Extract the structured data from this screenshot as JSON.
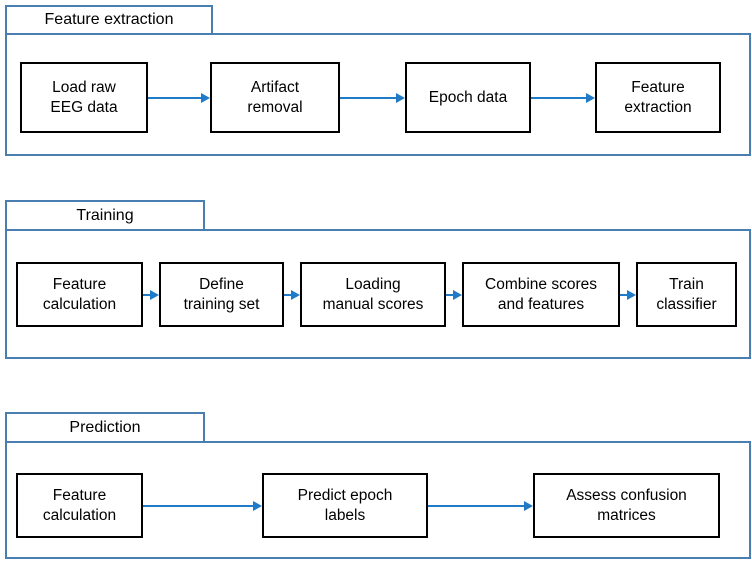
{
  "diagram": {
    "title": "EEG sleep-scoring pipeline flowchart",
    "accent_border_color": "#4A7EB0",
    "arrow_color": "#1F7AC8",
    "node_border_color": "#000000",
    "background_color": "#FFFFFF"
  },
  "sections": [
    {
      "id": "feature-extraction",
      "tab_label": "Feature extraction",
      "nodes": [
        {
          "id": "load-raw-eeg-data",
          "label": "Load raw\nEEG data"
        },
        {
          "id": "artifact-removal",
          "label": "Artifact\nremoval"
        },
        {
          "id": "epoch-data",
          "label": "Epoch data"
        },
        {
          "id": "feature-extraction-node",
          "label": "Feature\nextraction"
        }
      ],
      "arrows": [
        {
          "from": "load-raw-eeg-data",
          "to": "artifact-removal"
        },
        {
          "from": "artifact-removal",
          "to": "epoch-data"
        },
        {
          "from": "epoch-data",
          "to": "feature-extraction-node"
        }
      ]
    },
    {
      "id": "training",
      "tab_label": "Training",
      "nodes": [
        {
          "id": "feature-calculation-training",
          "label": "Feature\ncalculation"
        },
        {
          "id": "define-training-set",
          "label": "Define\ntraining set"
        },
        {
          "id": "loading-manual-scores",
          "label": "Loading\nmanual scores"
        },
        {
          "id": "combine-scores-and-features",
          "label": "Combine scores\nand features"
        },
        {
          "id": "train-classifier",
          "label": "Train\nclassifier"
        }
      ],
      "arrows": [
        {
          "from": "feature-calculation-training",
          "to": "define-training-set"
        },
        {
          "from": "define-training-set",
          "to": "loading-manual-scores"
        },
        {
          "from": "loading-manual-scores",
          "to": "combine-scores-and-features"
        },
        {
          "from": "combine-scores-and-features",
          "to": "train-classifier"
        }
      ]
    },
    {
      "id": "prediction",
      "tab_label": "Prediction",
      "nodes": [
        {
          "id": "feature-calculation-prediction",
          "label": "Feature\ncalculation"
        },
        {
          "id": "predict-epoch-labels",
          "label": "Predict epoch\nlabels"
        },
        {
          "id": "assess-confusion-matrices",
          "label": "Assess confusion\nmatrices"
        }
      ],
      "arrows": [
        {
          "from": "feature-calculation-prediction",
          "to": "predict-epoch-labels"
        },
        {
          "from": "predict-epoch-labels",
          "to": "assess-confusion-matrices"
        }
      ]
    }
  ]
}
